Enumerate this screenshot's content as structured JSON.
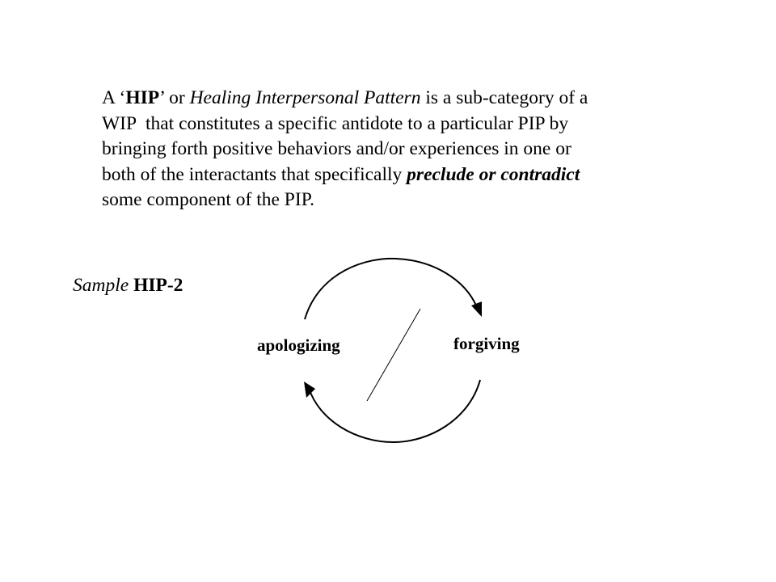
{
  "definition": {
    "p1": "A ‘",
    "hip": "HIP",
    "p2": "’ or ",
    "term": "Healing Interpersonal Pattern",
    "p3": " is a sub-category of a",
    "line2": "WIP  that constitutes a specific antidote to a particular PIP by",
    "line3": "bringing forth positive behaviors and/or experiences in one or",
    "line4a": "both of the interactants that specifically ",
    "emphasis": "preclude or contradict",
    "line5": "some component of the PIP."
  },
  "sample": {
    "prefix": "Sample",
    "name": "HIP-2"
  },
  "diagram": {
    "left_label": "apologizing",
    "right_label": "forgiving"
  }
}
